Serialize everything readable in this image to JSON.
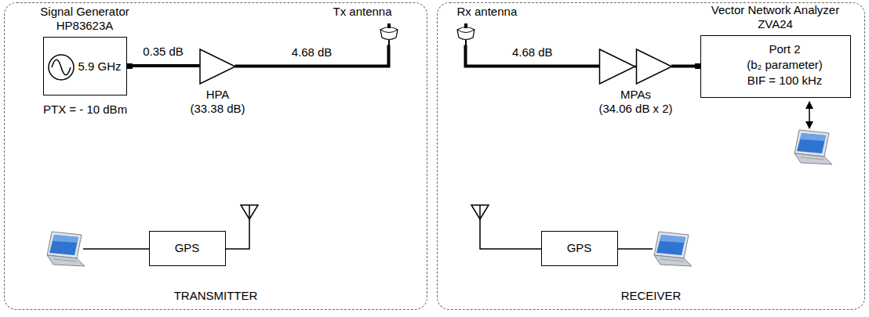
{
  "diagram": {
    "nodes": [
      {
        "text": [
          "TRANSMITTER"
        ]
      },
      {
        "text": [
          "Signal Generator",
          "HP83623A",
          "5.9 GHz"
        ],
        "in": 0
      },
      {
        "text": [
          "HPA",
          "(33.38 dB)"
        ],
        "in": 0
      },
      {
        "text": [
          "Tx antenna"
        ],
        "in": 0
      },
      {
        "text": [
          "GPS"
        ],
        "in": 0
      },
      {
        "text": [
          "RECEIVER"
        ]
      },
      {
        "text": [
          "Rx antenna"
        ],
        "in": 5
      },
      {
        "text": [
          "MPAs",
          "(34.06 dB x 2)"
        ],
        "in": 5
      },
      {
        "text": [
          "Vector Network Analyzer",
          "ZVA24",
          "Port 2",
          "(b₂ parameter)",
          "BIF = 100 kHz"
        ],
        "in": 5
      },
      {
        "text": [
          "GPS"
        ],
        "in": 5
      }
    ],
    "edges": [
      {
        "from": 1,
        "to": 2,
        "arrow": "none",
        "label": "0.35 dB"
      },
      {
        "from": 2,
        "to": 3,
        "arrow": "none",
        "label": "4.68 dB"
      },
      {
        "from": 6,
        "to": 7,
        "arrow": "none",
        "label": "4.68 dB"
      },
      {
        "from": 7,
        "to": 8,
        "arrow": "none"
      }
    ],
    "labels": [
      "PTX = - 10 dBm"
    ]
  }
}
